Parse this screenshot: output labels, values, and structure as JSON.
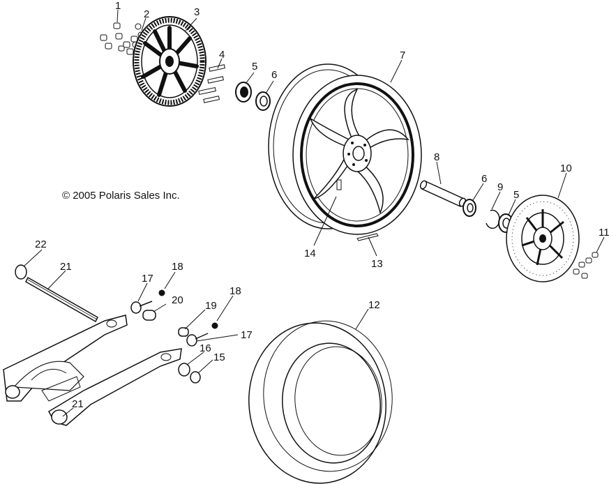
{
  "copyright": "© 2005 Polaris Sales Inc.",
  "callouts": [
    {
      "id": "c1",
      "label": "1"
    },
    {
      "id": "c2",
      "label": "2"
    },
    {
      "id": "c3",
      "label": "3"
    },
    {
      "id": "c4",
      "label": "4"
    },
    {
      "id": "c5a",
      "label": "5"
    },
    {
      "id": "c6a",
      "label": "6"
    },
    {
      "id": "c7",
      "label": "7"
    },
    {
      "id": "c8",
      "label": "8"
    },
    {
      "id": "c6b",
      "label": "6"
    },
    {
      "id": "c9",
      "label": "9"
    },
    {
      "id": "c5b",
      "label": "5"
    },
    {
      "id": "c10",
      "label": "10"
    },
    {
      "id": "c11",
      "label": "11"
    },
    {
      "id": "c14",
      "label": "14"
    },
    {
      "id": "c13",
      "label": "13"
    },
    {
      "id": "c22",
      "label": "22"
    },
    {
      "id": "c21a",
      "label": "21"
    },
    {
      "id": "c17a",
      "label": "17"
    },
    {
      "id": "c18a",
      "label": "18"
    },
    {
      "id": "c20",
      "label": "20"
    },
    {
      "id": "c19",
      "label": "19"
    },
    {
      "id": "c18b",
      "label": "18"
    },
    {
      "id": "c17b",
      "label": "17"
    },
    {
      "id": "c12",
      "label": "12"
    },
    {
      "id": "c16",
      "label": "16"
    },
    {
      "id": "c15",
      "label": "15"
    },
    {
      "id": "c21b",
      "label": "21"
    }
  ]
}
